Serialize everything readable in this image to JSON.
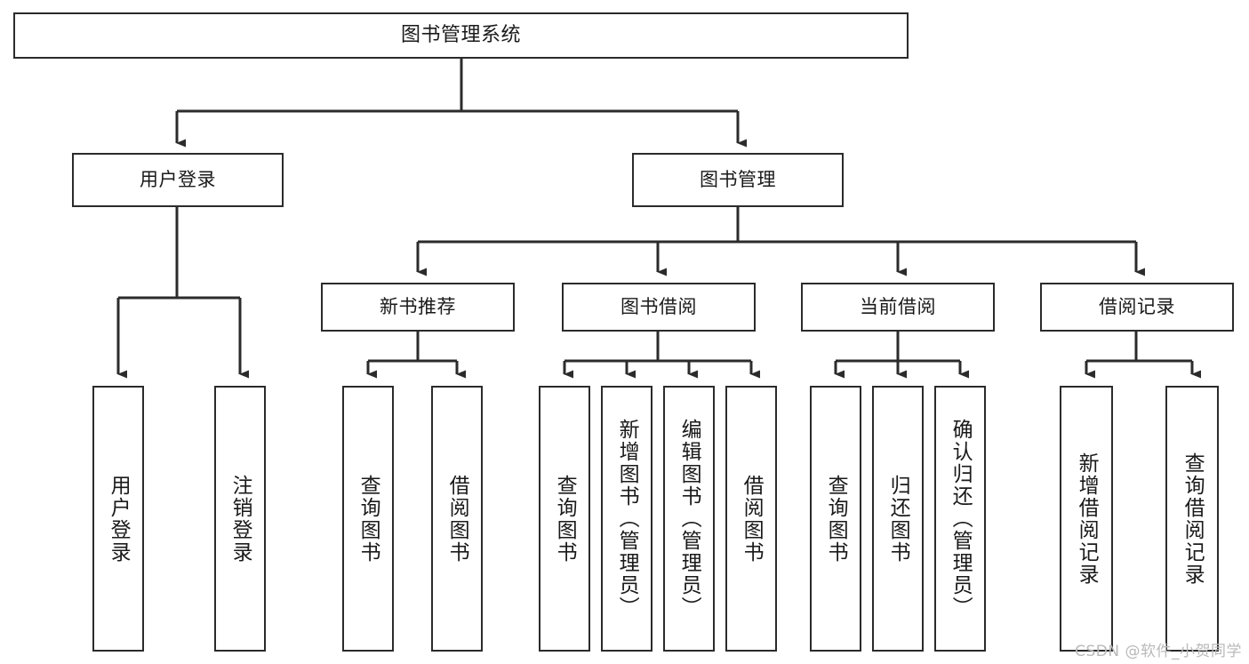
{
  "diagram": {
    "type": "tree",
    "title": "图书管理系统",
    "orientation": "top-down",
    "stroke_color": "#2b2b2b",
    "fill_color": "#ffffff",
    "text_color": "#1a1a1a"
  },
  "nodes": {
    "root": {
      "label": "图书管理系统",
      "level": 0
    },
    "level1": [
      {
        "id": "user-login",
        "label": "用户登录"
      },
      {
        "id": "book-manage",
        "label": "图书管理"
      }
    ],
    "level2": [
      {
        "id": "new-book-rec",
        "label": "新书推荐",
        "parent": "book-manage"
      },
      {
        "id": "book-borrow",
        "label": "图书借阅",
        "parent": "book-manage"
      },
      {
        "id": "current-borrow",
        "label": "当前借阅",
        "parent": "book-manage"
      },
      {
        "id": "borrow-record",
        "label": "借阅记录",
        "parent": "book-manage"
      }
    ],
    "leaves": {
      "user-login": [
        {
          "id": "leaf-user-login",
          "label": "用户登录"
        },
        {
          "id": "leaf-logout",
          "label": "注销登录"
        }
      ],
      "new-book-rec": [
        {
          "id": "leaf-query-book-1",
          "label": "查询图书"
        },
        {
          "id": "leaf-borrow-book-1",
          "label": "借阅图书"
        }
      ],
      "book-borrow": [
        {
          "id": "leaf-query-book-2",
          "label": "查询图书"
        },
        {
          "id": "leaf-add-book",
          "label": "新增图书（管理员）"
        },
        {
          "id": "leaf-edit-book",
          "label": "编辑图书（管理员）"
        },
        {
          "id": "leaf-borrow-book-2",
          "label": "借阅图书"
        }
      ],
      "current-borrow": [
        {
          "id": "leaf-query-book-3",
          "label": "查询图书"
        },
        {
          "id": "leaf-return-book",
          "label": "归还图书"
        },
        {
          "id": "leaf-confirm-return",
          "label": "确认归还（管理员）"
        }
      ],
      "borrow-record": [
        {
          "id": "leaf-add-record",
          "label": "新增借阅记录"
        },
        {
          "id": "leaf-query-record",
          "label": "查询借阅记录"
        }
      ]
    }
  },
  "watermark": {
    "text": "CSDN @软件_小贺同学"
  }
}
